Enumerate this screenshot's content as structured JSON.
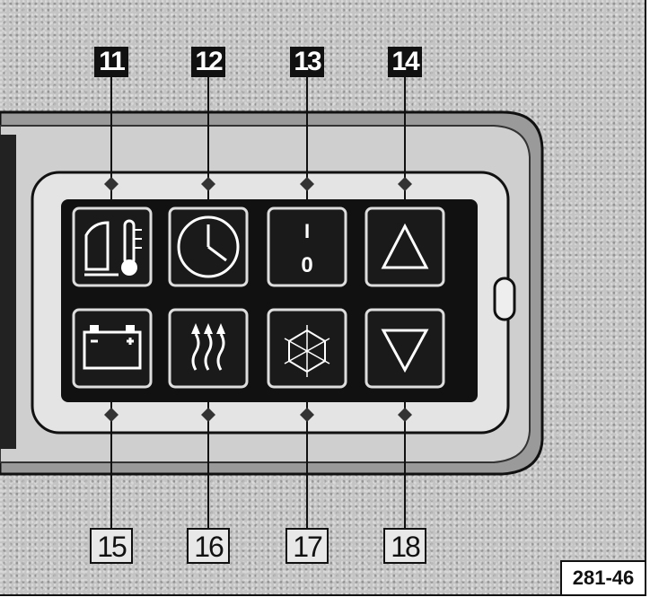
{
  "top_callouts": [
    {
      "label": "11",
      "name": "callout-11"
    },
    {
      "label": "12",
      "name": "callout-12"
    },
    {
      "label": "13",
      "name": "callout-13"
    },
    {
      "label": "14",
      "name": "callout-14"
    }
  ],
  "bottom_callouts": [
    {
      "label": "15",
      "name": "callout-15"
    },
    {
      "label": "16",
      "name": "callout-16"
    },
    {
      "label": "17",
      "name": "callout-17"
    },
    {
      "label": "18",
      "name": "callout-18"
    }
  ],
  "buttons": [
    {
      "name": "engine-temp-button",
      "icon": "coolant-temperature-icon"
    },
    {
      "name": "clock-button",
      "icon": "clock-icon"
    },
    {
      "name": "on-off-button",
      "icon": "power-toggle-icon",
      "top_text": "I",
      "bottom_text": "0"
    },
    {
      "name": "up-button",
      "icon": "triangle-up-icon"
    },
    {
      "name": "battery-button",
      "icon": "battery-icon"
    },
    {
      "name": "heater-button",
      "icon": "heat-waves-icon"
    },
    {
      "name": "climate-button",
      "icon": "snowflake-icon"
    },
    {
      "name": "down-button",
      "icon": "triangle-down-icon"
    }
  ],
  "figure_ref": "281-46",
  "colors": {
    "panel": "#111111",
    "button": "#1a1a1a",
    "icon": "#ffffff",
    "bezel": "#d8d8d8"
  }
}
